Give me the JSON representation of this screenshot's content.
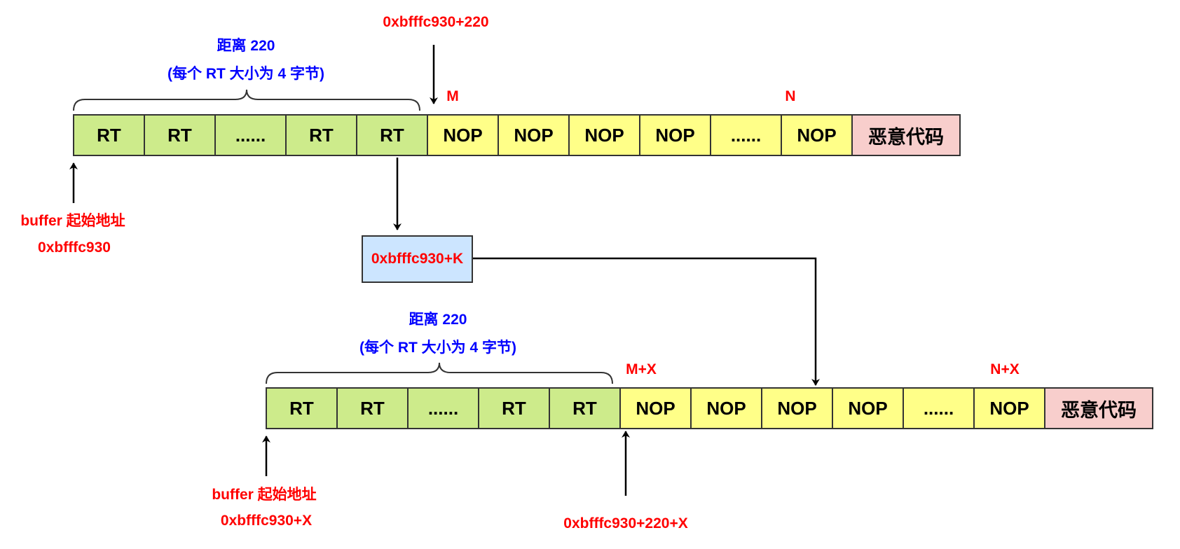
{
  "top": {
    "distance_label": "距离 220",
    "size_note": "(每个 RT 大小为 4 字节)",
    "target_addr": "0xbfffc930+220",
    "m_label": "M",
    "n_label": "N",
    "buffer_label": "buffer 起始地址",
    "buffer_addr": "0xbfffc930",
    "cells": [
      "RT",
      "RT",
      "......",
      "RT",
      "RT",
      "NOP",
      "NOP",
      "NOP",
      "NOP",
      "......",
      "NOP",
      "恶意代码"
    ]
  },
  "middle": {
    "addr_box": "0xbfffc930+K"
  },
  "bottom": {
    "distance_label": "距离 220",
    "size_note": "(每个 RT 大小为 4 字节)",
    "m_label": "M+X",
    "n_label": "N+X",
    "buffer_label": "buffer 起始地址",
    "buffer_addr": "0xbfffc930+X",
    "target_addr": "0xbfffc930+220+X",
    "cells": [
      "RT",
      "RT",
      "......",
      "RT",
      "RT",
      "NOP",
      "NOP",
      "NOP",
      "NOP",
      "......",
      "NOP",
      "恶意代码"
    ]
  },
  "colors": {
    "rt_fill": "#cdeb8b",
    "nop_fill": "#ffff88",
    "malicious_fill": "#f8cecc",
    "addr_box_fill": "#cce5ff",
    "label_red": "#ff0000",
    "label_blue": "#0000ff"
  }
}
